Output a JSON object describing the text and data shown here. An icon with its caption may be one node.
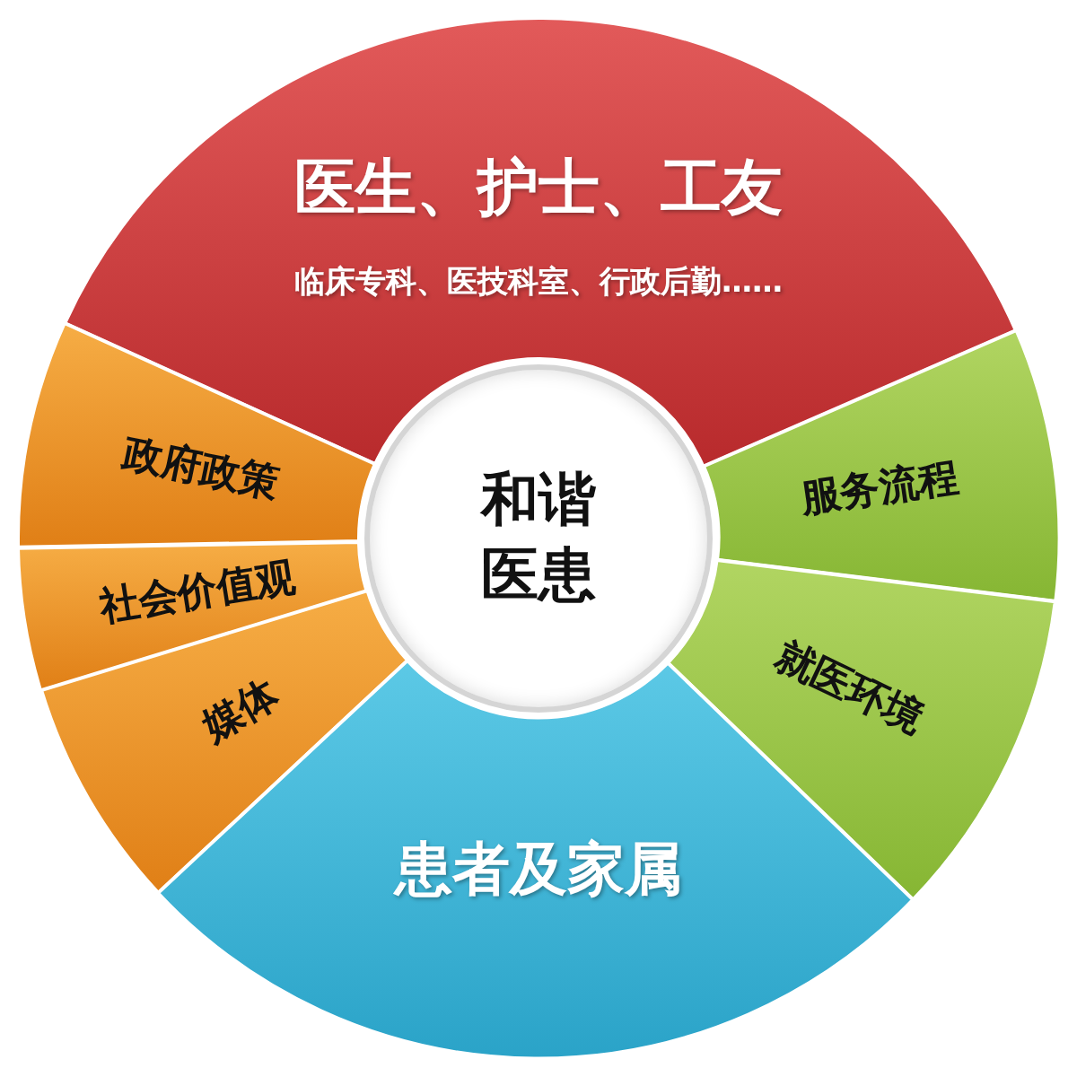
{
  "diagram": {
    "nodes": [
      {
        "text": [
          "医生、护士、工友",
          "临床专科、医技科室、行政后勤……"
        ]
      },
      {
        "text": [
          "政府政策"
        ]
      },
      {
        "text": [
          "和谐医患"
        ]
      },
      {
        "text": [
          "服务流程"
        ]
      },
      {
        "text": [
          "社会价值观"
        ]
      },
      {
        "text": [
          "就医环境"
        ]
      },
      {
        "text": [
          "媒体"
        ]
      },
      {
        "text": [
          "患者及家属"
        ]
      }
    ]
  }
}
